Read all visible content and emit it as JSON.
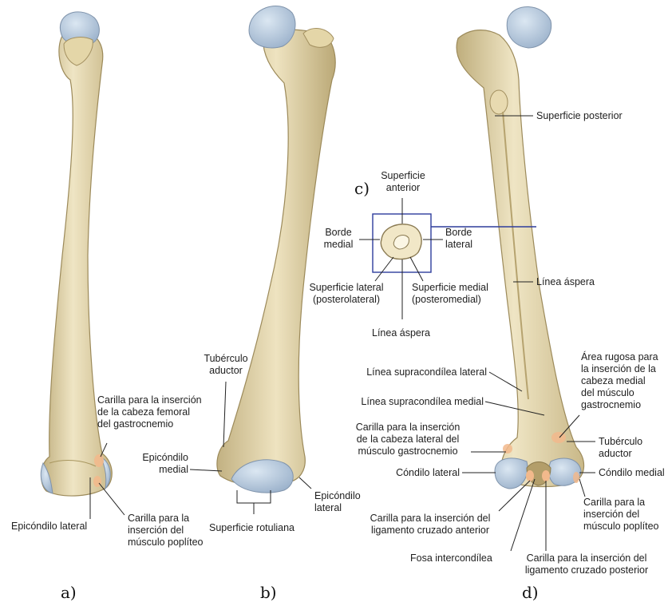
{
  "panels": {
    "a": "a)",
    "b": "b)",
    "c": "c)",
    "d": "d)"
  },
  "labels": {
    "epicondilo_lateral_a": "Epicóndilo lateral",
    "carilla_gastro_a": "Carilla para la inserción\nde la cabeza femoral\ndel gastrocnemio",
    "carilla_popliteo_a": "Carilla para la\ninserción del\nmúsculo poplíteo",
    "tuberculo_aductor_b": "Tubérculo\naductor",
    "epicondilo_medial_b": "Epicóndilo\nmedial",
    "epicondilo_lateral_b": "Epicóndilo\nlateral",
    "superficie_rotuliana": "Superficie rotuliana",
    "superficie_anterior": "Superficie\nanterior",
    "borde_medial": "Borde\nmedial",
    "borde_lateral": "Borde\nlateral",
    "superficie_lateral": "Superficie lateral\n(posterolateral)",
    "superficie_medial": "Superficie medial\n(posteromedial)",
    "linea_aspera_c": "Línea áspera",
    "superficie_posterior": "Superficie posterior",
    "linea_aspera_d": "Línea áspera",
    "linea_supra_lateral": "Línea supracondílea lateral",
    "linea_supra_medial": "Línea supracondílea medial",
    "carilla_cabeza_lateral": "Carilla para la inserción\nde la cabeza lateral del\nmúsculo gastrocnemio",
    "condilo_lateral": "Cóndilo lateral",
    "area_rugosa": "Área rugosa para\nla inserción de la\ncabeza medial\ndel músculo\ngastrocnemio",
    "tuberculo_aductor_d": "Tubérculo\naductor",
    "condilo_medial": "Cóndilo medial",
    "carilla_popliteo_d": "Carilla para la\ninserción del\nmúsculo poplíteo",
    "carilla_cruzado_anterior": "Carilla para la inserción del\nligamento cruzado anterior",
    "fosa_intercondilea": "Fosa intercondílea",
    "carilla_cruzado_posterior": "Carilla para la inserción del\nligamento cruzado posterior"
  },
  "colors": {
    "bone": "#e8dcb5",
    "bone_shade": "#cdbd8e",
    "cartilage": "#aec3d8",
    "facet": "#f2b98c",
    "box": "#2e3d9c",
    "line": "#222222"
  }
}
